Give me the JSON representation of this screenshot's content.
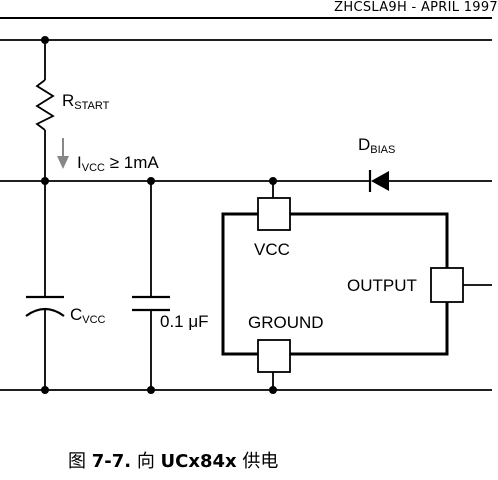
{
  "header": {
    "doc_code": "ZHCSLA9H",
    "separator": "-",
    "doc_date": "APRIL 1997"
  },
  "schematic": {
    "r_start": {
      "main": "R",
      "sub": "START"
    },
    "i_vcc": {
      "main": "I",
      "sub": "VCC",
      "rest": " ≥ 1mA"
    },
    "d_bias": {
      "main": "D",
      "sub": "BIAS"
    },
    "c_vcc": {
      "main": "C",
      "sub": "VCC"
    },
    "cap_value": "0.1 μF",
    "ic": {
      "vcc_pin": "VCC",
      "output_pin": "OUTPUT",
      "ground_pin": "GROUND"
    }
  },
  "caption": {
    "prefix": "图 ",
    "fig_num": "7-7.",
    "text_before": " 向 ",
    "part": "UCx84x",
    "text_after": " 供电"
  }
}
